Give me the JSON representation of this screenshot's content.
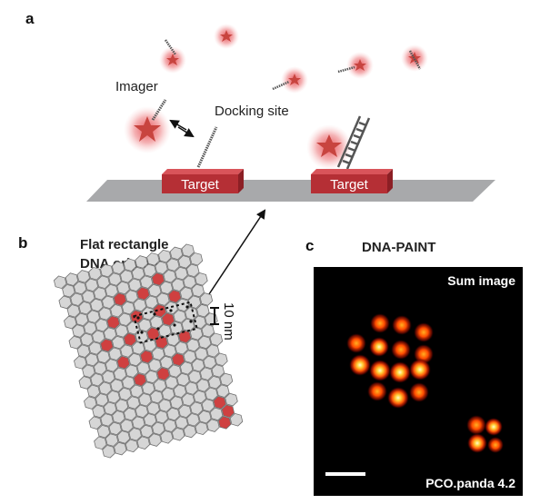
{
  "panels": {
    "a": "a",
    "b": "b",
    "c": "c"
  },
  "panel_a": {
    "imager_label": "Imager",
    "docking_label": "Docking site",
    "target_left": "Target",
    "target_right": "Target"
  },
  "panel_b": {
    "title_line1": "Flat rectangle",
    "title_line2": "DNA origami",
    "scale_label": "10 nm"
  },
  "panel_c": {
    "title": "DNA-PAINT",
    "sum_label": "Sum image",
    "camera_label": "PCO.panda 4.2"
  },
  "colors": {
    "star": "#c8443f",
    "target": "#b52f35",
    "surface": "#a8a9ab",
    "hex_fill": "#d6d6d6",
    "hex_marked": "#cf4040",
    "image_bg": "#000000"
  }
}
